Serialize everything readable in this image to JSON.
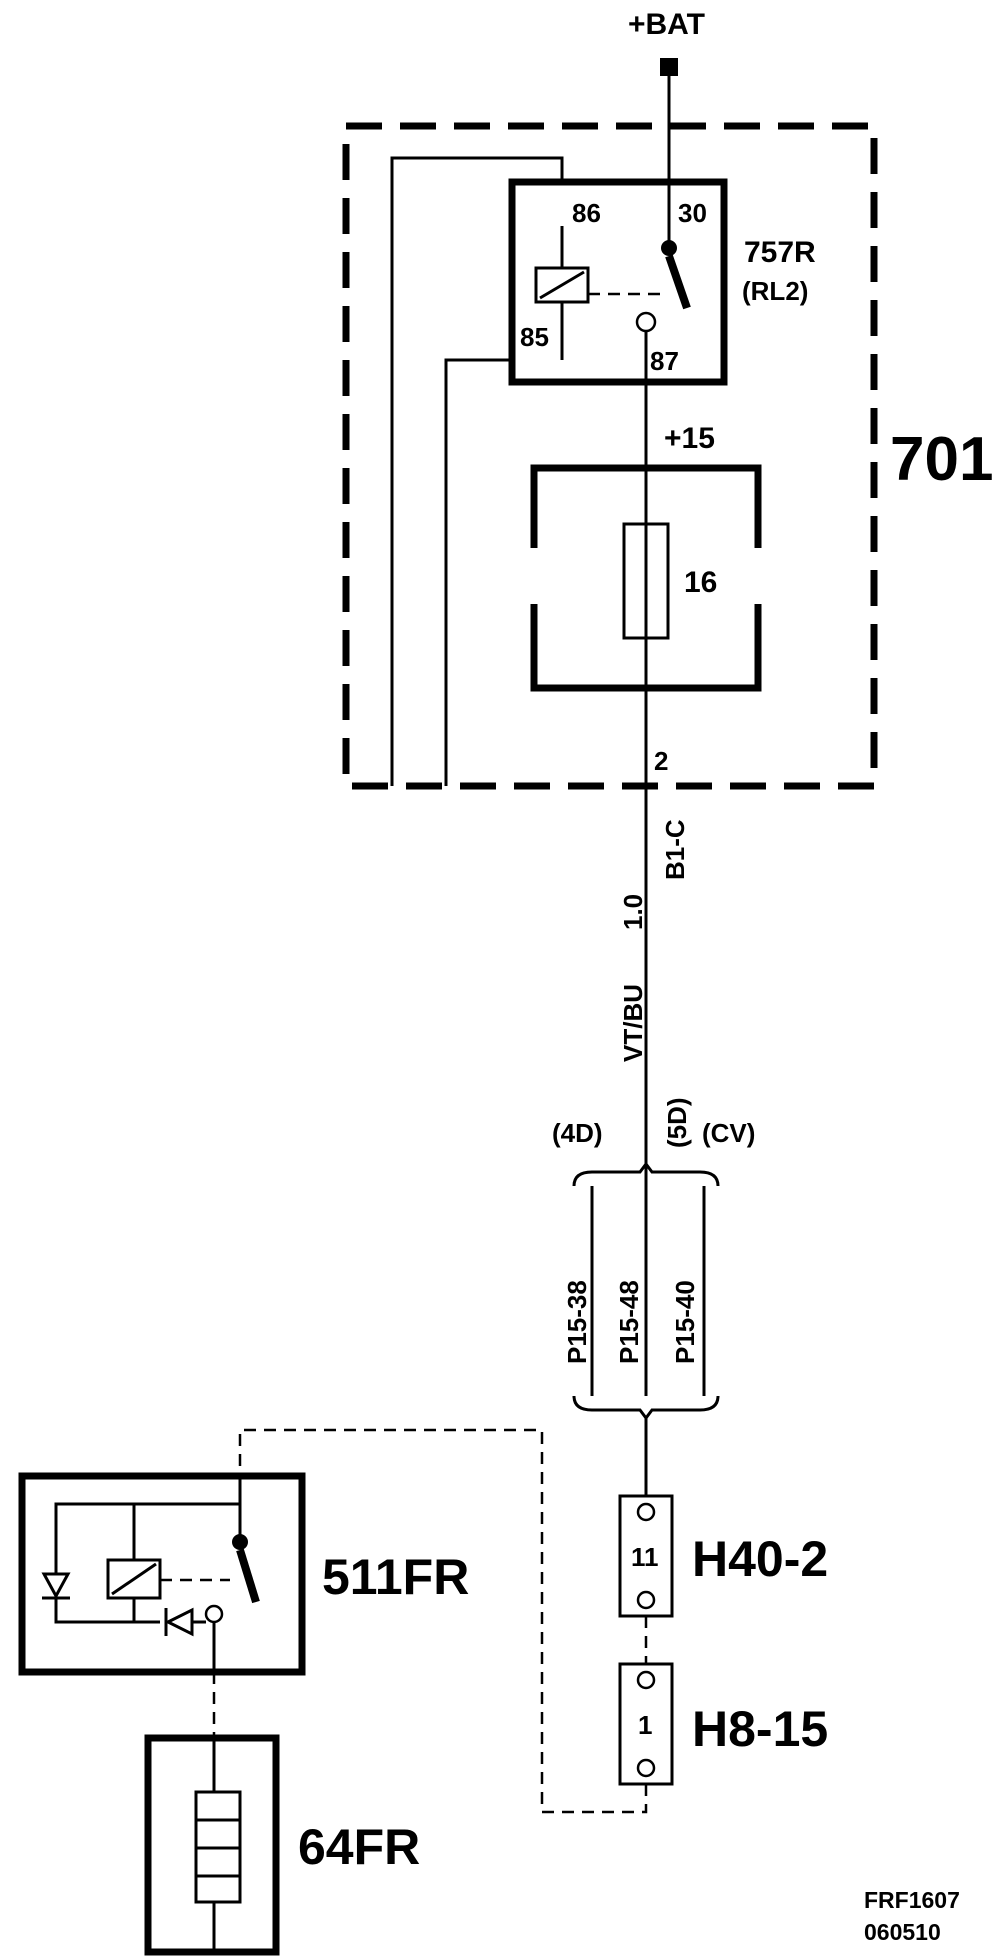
{
  "supply": {
    "label": "+BAT"
  },
  "central_box": {
    "code": "701"
  },
  "relay_757": {
    "code": "757R",
    "sub": "(RL2)",
    "pins": {
      "p86": "86",
      "p30": "30",
      "p85": "85",
      "p87": "87"
    }
  },
  "fuse_block": {
    "supply_label": "+15",
    "fuse_number": "16"
  },
  "connector_b1c": {
    "pin": "2",
    "name": "B1-C"
  },
  "wire": {
    "color": "VT/BU",
    "section": "1.0"
  },
  "variants": {
    "v4d": "(4D)",
    "v5d": "(5D)",
    "vcv": "(CV)"
  },
  "pass_pins": [
    "P15-38",
    "P15-48",
    "P15-40"
  ],
  "connector_h40": {
    "code": "H40-2",
    "pin": "11"
  },
  "connector_h8": {
    "code": "H8-15",
    "pin": "1"
  },
  "relay_511": {
    "code": "511FR"
  },
  "component_64": {
    "code": "64FR"
  },
  "footer": {
    "ref": "FRF1607",
    "date": "060510"
  }
}
